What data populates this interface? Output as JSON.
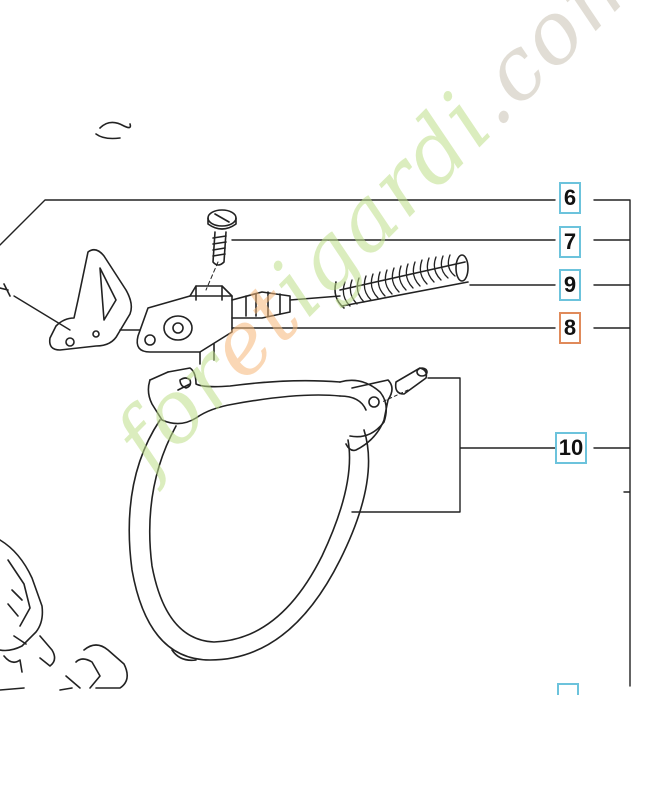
{
  "callouts": {
    "c6": "6",
    "c7": "7",
    "c9": "9",
    "c8": "8",
    "c10": "10"
  },
  "colors": {
    "callout_border": "#6cc3dc",
    "callout_border_highlight": "#e08a5a",
    "line": "#222222",
    "watermark_green": "#bfe08a",
    "watermark_grey": "#c9c3b3",
    "watermark_orange": "#f6b87a"
  },
  "watermark": {
    "part1": "for",
    "part2": "e",
    "part3": "t",
    "part4": "igard",
    "part5": "i",
    "part6": ".com"
  }
}
